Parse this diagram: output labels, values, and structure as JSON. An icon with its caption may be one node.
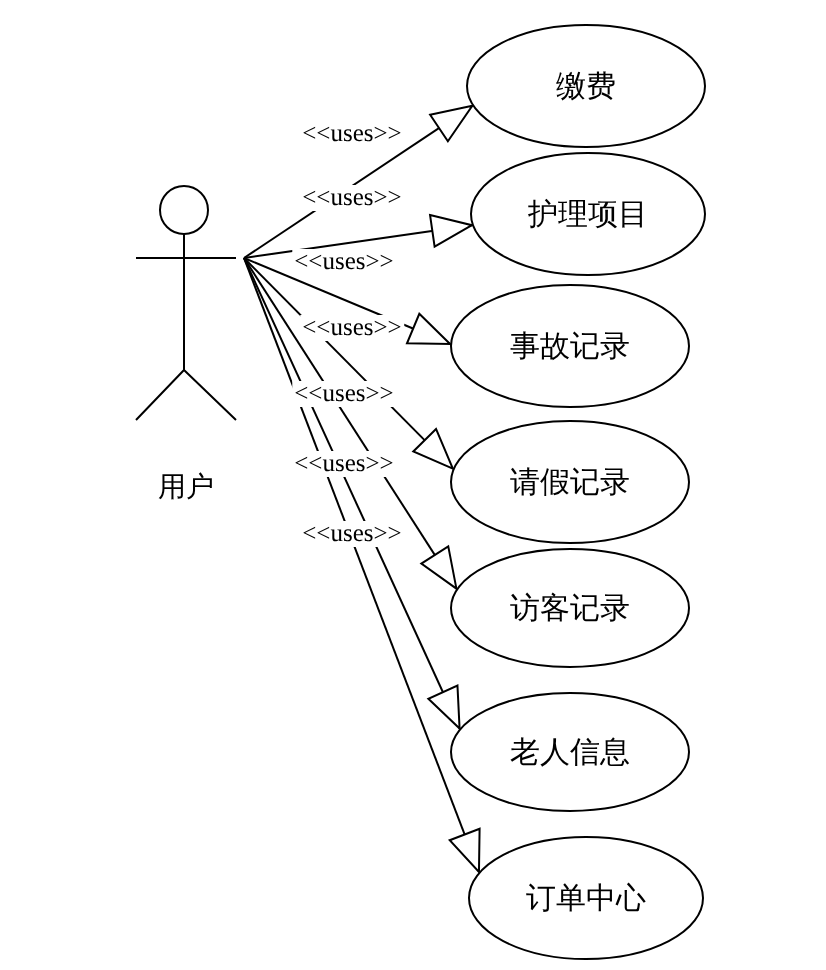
{
  "diagram": {
    "nodes": [
      {
        "text": [
          "用户"
        ]
      },
      {
        "text": [
          "缴费"
        ]
      },
      {
        "text": [
          "护理项目"
        ]
      },
      {
        "text": [
          "事故记录"
        ]
      },
      {
        "text": [
          "请假记录"
        ]
      },
      {
        "text": [
          "访客记录"
        ]
      },
      {
        "text": [
          "老人信息"
        ]
      },
      {
        "text": [
          "订单中心"
        ]
      }
    ],
    "edges": [
      {
        "from": 0,
        "to": 1,
        "arrow": "to",
        "label": "<<uses>>"
      },
      {
        "from": 0,
        "to": 2,
        "arrow": "to",
        "label": "<<uses>>"
      },
      {
        "from": 0,
        "to": 3,
        "arrow": "to",
        "label": "<<uses>>"
      },
      {
        "from": 0,
        "to": 4,
        "arrow": "to",
        "label": "<<uses>>"
      },
      {
        "from": 0,
        "to": 5,
        "arrow": "to",
        "label": "<<uses>>"
      },
      {
        "from": 0,
        "to": 6,
        "arrow": "to",
        "label": "<<uses>>"
      },
      {
        "from": 0,
        "to": 7,
        "arrow": "to",
        "label": "<<uses>>"
      }
    ]
  }
}
